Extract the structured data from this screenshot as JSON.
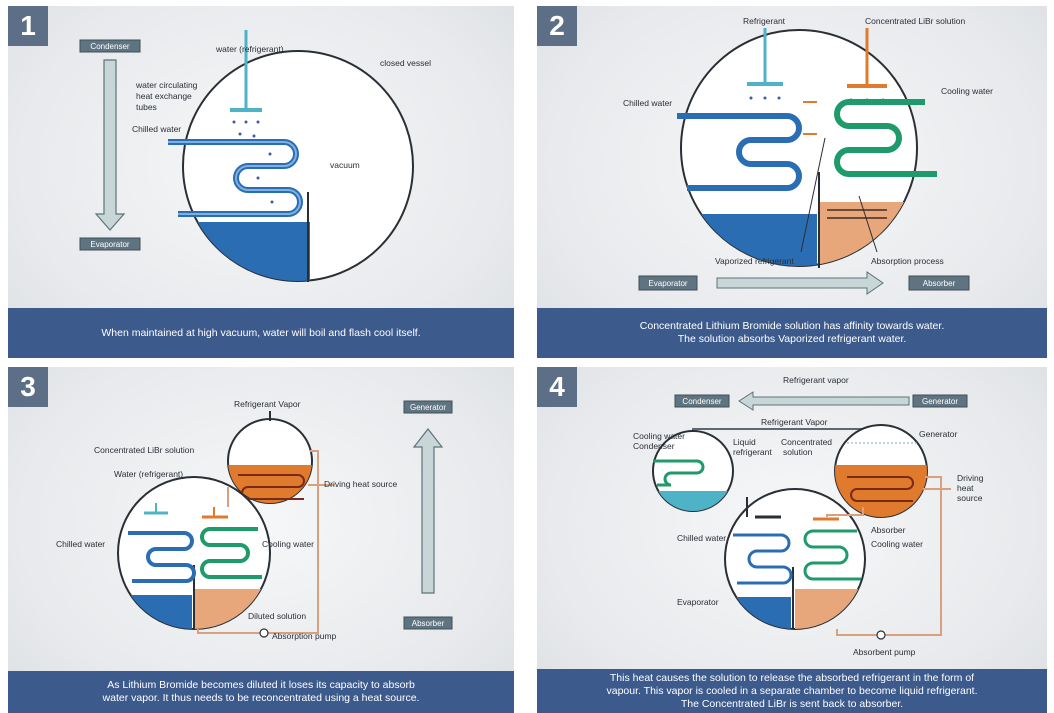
{
  "panels": {
    "p1": {
      "number": "1",
      "labels": {
        "condenser": "Condenser",
        "evaporator": "Evaporator",
        "water_refrigerant": "water (refrigerant)",
        "closed_vessel": "closed vessel",
        "tubes_line1": "water circulating",
        "tubes_line2": "heat exchange",
        "tubes_line3": "tubes",
        "chilled_water": "Chilled water",
        "vacuum": "vacuum"
      },
      "caption": [
        "When maintained at high vacuum, water will boil and flash cool itself."
      ]
    },
    "p2": {
      "number": "2",
      "labels": {
        "refrigerant": "Refrigerant",
        "concentrated_libr": "Concentrated LiBr solution",
        "chilled_water": "Chilled water",
        "cooling_water": "Cooling water",
        "vaporized_refrigerant": "Vaporized refrigerant",
        "absorption_process": "Absorption process",
        "evaporator": "Evaporator",
        "absorber": "Absorber"
      },
      "caption": [
        "Concentrated Lithium Bromide solution has affinity towards water.",
        "The solution absorbs Vaporized refrigerant water."
      ]
    },
    "p3": {
      "number": "3",
      "labels": {
        "refrigerant_vapor": "Refrigerant Vapor",
        "concentrated_libr": "Concentrated LiBr solution",
        "water_refrigerant": "Water (refrigerant)",
        "chilled_water": "Chilled water",
        "cooling_water": "Cooling water",
        "driving_heat": "Driving heat source",
        "diluted_solution": "Diluted solution",
        "absorption_pump": "Absorption pump",
        "generator_top": "Generator",
        "absorber_bottom": "Absorber"
      },
      "caption": [
        "As Lithium Bromide becomes diluted it loses its capacity to absorb",
        "water vapor. It thus needs to be reconcentrated using a heat source."
      ]
    },
    "p4": {
      "number": "4",
      "labels": {
        "refrigerant_vapor_top": "Refrigerant vapor",
        "condenser_tag": "Condenser",
        "generator_tag": "Generator",
        "refrigerant_vapor_inner": "Refrigerant Vapor",
        "cooling_water": "Cooling water",
        "condenser": "Condenser",
        "generator": "Generator",
        "liquid_refrigerant_1": "Liquid",
        "liquid_refrigerant_2": "refrigerant",
        "concentrated_1": "Concentrated",
        "concentrated_2": "solution",
        "driving_1": "Driving",
        "driving_2": "heat",
        "driving_3": "source",
        "chilled_water": "Chilled water",
        "absorber": "Absorber",
        "cooling_water_2": "Cooling water",
        "evaporator": "Evaporator",
        "absorbent_pump": "Absorbent pump"
      },
      "caption": [
        "This heat causes the solution to release the absorbed refrigerant in the form of",
        "vapour. This vapor is cooled in a separate chamber to become liquid refrigerant.",
        "The Concentrated LiBr is sent back to absorber."
      ]
    }
  }
}
